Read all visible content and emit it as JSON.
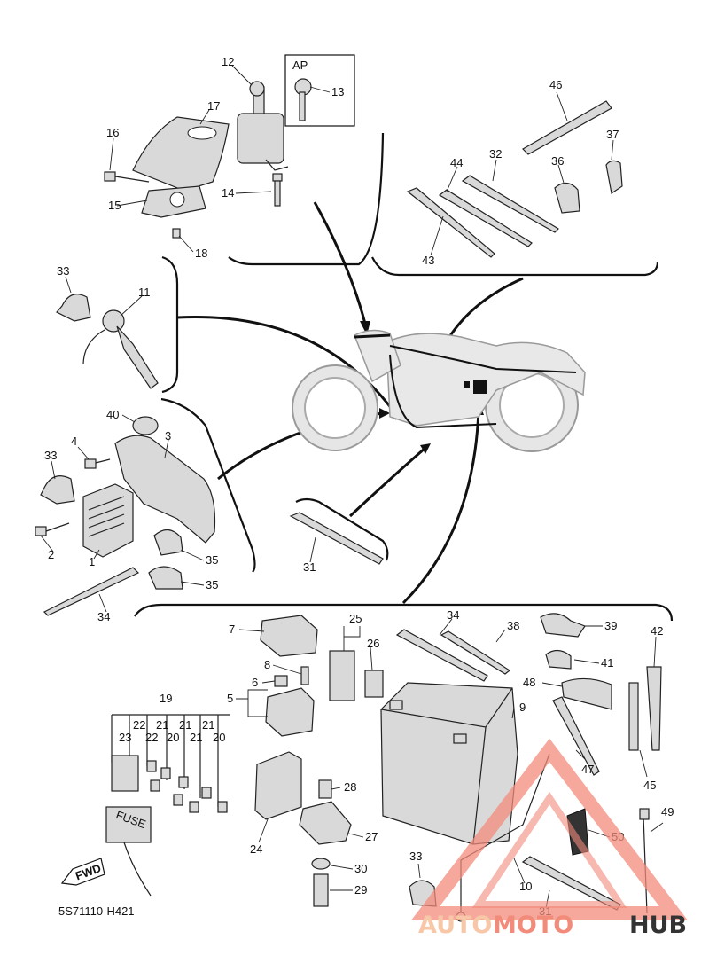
{
  "diagram_code": "5S71110-H421",
  "fwd_label": "FWD",
  "fuse_label": "FUSE",
  "ap_label": "AP",
  "watermark": {
    "text_a": "AUTO",
    "text_b": "MOTO",
    "text_c": "HUB",
    "color_a": "#f7c7a8",
    "color_b": "#f28b7a",
    "color_c": "#333333"
  },
  "part_labels": [
    "1",
    "2",
    "3",
    "4",
    "5",
    "6",
    "7",
    "8",
    "9",
    "10",
    "11",
    "12",
    "13",
    "14",
    "15",
    "16",
    "17",
    "18",
    "19",
    "20",
    "21",
    "22",
    "23",
    "24",
    "25",
    "26",
    "27",
    "28",
    "29",
    "30",
    "31",
    "32",
    "33",
    "34",
    "35",
    "36",
    "37",
    "38",
    "39",
    "40",
    "41",
    "42",
    "43",
    "44",
    "45",
    "46",
    "47",
    "48",
    "49",
    "50"
  ],
  "callouts": {
    "c12": "12",
    "c13": "13",
    "c17": "17",
    "c16": "16",
    "c15": "15",
    "c14": "14",
    "c18": "18",
    "c46": "46",
    "c37": "37",
    "c32": "32",
    "c36": "36",
    "c44": "44",
    "c43": "43",
    "c33a": "33",
    "c11": "11",
    "c40": "40",
    "c4": "4",
    "c3": "3",
    "c33b": "33",
    "c2": "2",
    "c1": "1",
    "c35a": "35",
    "c35b": "35",
    "c34a": "34",
    "c31a": "31",
    "c7": "7",
    "c25": "25",
    "c26": "26",
    "c34b": "34",
    "c38": "38",
    "c39": "39",
    "c42": "42",
    "c41": "41",
    "c8": "8",
    "c6": "6",
    "c5": "5",
    "c48": "48",
    "c9": "9",
    "c19": "19",
    "c22a": "22",
    "c21a": "21",
    "c21b": "21",
    "c21c": "21",
    "c23": "23",
    "c22b": "22",
    "c20a": "20",
    "c21d": "21",
    "c20b": "20",
    "c47": "47",
    "c45": "45",
    "c28": "28",
    "c27": "27",
    "c24": "24",
    "c49": "49",
    "c50": "50",
    "c33c": "33",
    "c10": "10",
    "c30": "30",
    "c29": "29",
    "c31b": "31"
  },
  "colors": {
    "line": "#111111",
    "part_fill": "#d9d9d9",
    "background": "#ffffff"
  }
}
